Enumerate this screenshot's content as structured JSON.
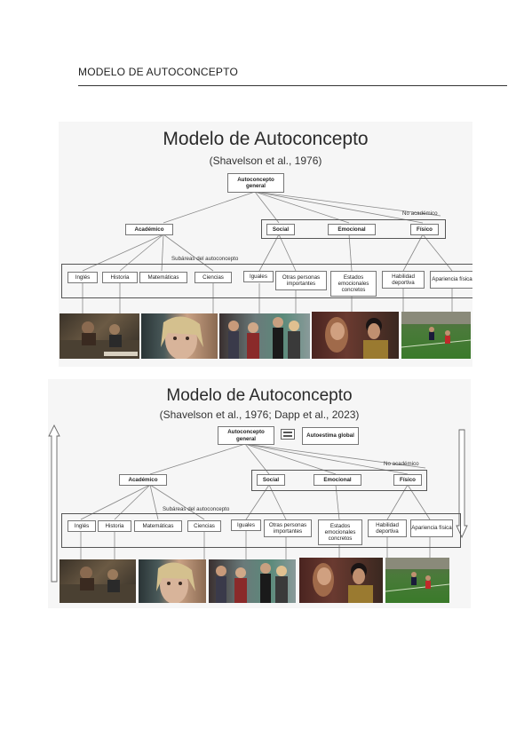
{
  "header": {
    "title": "MODELO DE AUTOCONCEPTO"
  },
  "figure1": {
    "title": "Modelo de Autoconcepto",
    "subtitle": "(Shavelson et al., 1976)",
    "root": "Autoconcepto general",
    "no_academico": "No académico",
    "academico": "Académico",
    "social": "Social",
    "emocional": "Emocional",
    "fisico": "Físico",
    "subareas": "Subáreas del autoconcepto",
    "leaves": [
      "Inglés",
      "Historia",
      "Matemáticas",
      "Ciencias",
      "Iguales",
      "Otras personas importantes",
      "Estados emocionales concretos",
      "Habilidad deportiva",
      "Apariencia física"
    ]
  },
  "figure2": {
    "title": "Modelo de Autoconcepto",
    "subtitle": "(Shavelson et al., 1976; Dapp et al., 2023)",
    "root": "Autoconcepto general",
    "equals": "=",
    "autoestima": "Autoestima global",
    "no_academico": "No académico",
    "academico": "Académico",
    "social": "Social",
    "emocional": "Emocional",
    "fisico": "Físico",
    "subareas": "Subáreas del autoconcepto",
    "leaves": [
      "Inglés",
      "Historia",
      "Matemáticas",
      "Ciencias",
      "Iguales",
      "Otras personas importantes",
      "Estados emocionales concretos",
      "Habilidad deportiva",
      "Apariencia física"
    ]
  }
}
